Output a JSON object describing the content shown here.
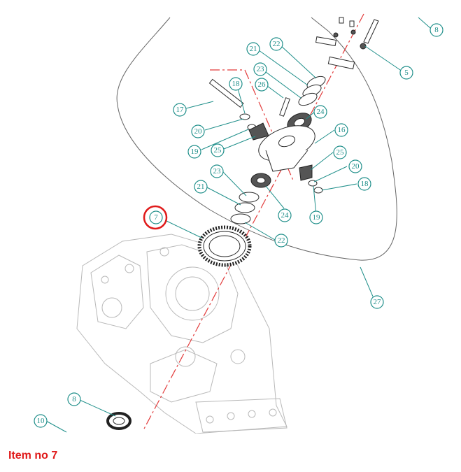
{
  "caption": "Item no 7",
  "highlight": {
    "item": "7",
    "color": "#e01b1b"
  },
  "colors": {
    "callout": "#1f8f8a",
    "axis": "#e23a3a",
    "part": "#2a2a2a",
    "housing": "#b9b9b9"
  },
  "callouts": [
    {
      "id": "8a",
      "label": "8"
    },
    {
      "id": "5",
      "label": "5"
    },
    {
      "id": "21a",
      "label": "21"
    },
    {
      "id": "22a",
      "label": "22"
    },
    {
      "id": "23a",
      "label": "23"
    },
    {
      "id": "18a",
      "label": "18"
    },
    {
      "id": "26",
      "label": "26"
    },
    {
      "id": "17",
      "label": "17"
    },
    {
      "id": "24a",
      "label": "24"
    },
    {
      "id": "20a",
      "label": "20"
    },
    {
      "id": "16",
      "label": "16"
    },
    {
      "id": "19a",
      "label": "19"
    },
    {
      "id": "25a",
      "label": "25"
    },
    {
      "id": "25b",
      "label": "25"
    },
    {
      "id": "20b",
      "label": "20"
    },
    {
      "id": "23b",
      "label": "23"
    },
    {
      "id": "18b",
      "label": "18"
    },
    {
      "id": "21b",
      "label": "21"
    },
    {
      "id": "24b",
      "label": "24"
    },
    {
      "id": "19b",
      "label": "19"
    },
    {
      "id": "7",
      "label": "7"
    },
    {
      "id": "22b",
      "label": "22"
    },
    {
      "id": "27",
      "label": "27"
    },
    {
      "id": "8b",
      "label": "8"
    },
    {
      "id": "10",
      "label": "10"
    }
  ]
}
